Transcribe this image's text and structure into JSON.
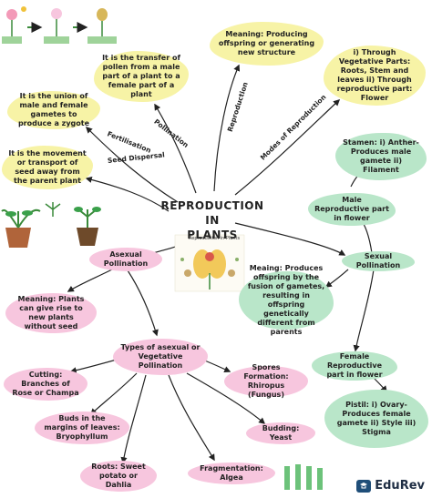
{
  "title": {
    "line1": "REPRODUCTION IN",
    "line2": "PLANTS"
  },
  "edge_labels": {
    "pollination": "Pollination",
    "reproduction": "Reproduction",
    "fertilisation": "Fertilisation",
    "modes": "Modes of Reproduction",
    "seed_dispersal": "Seed Dispersal"
  },
  "nodes": {
    "meaning_repro": "Meaning: Producing offspring or generating new structure",
    "pollination_def": "It is the transfer of pollen from a male part of a plant to a female part of a plant",
    "modes_def": "i) Through Vegetative Parts: Roots, Stem and leaves ii) Through reproductive part: Flower",
    "fertilisation_def": "It is the union of male and female gametes to produce a zygote",
    "stamen": "Stamen: i) Anther- Produces male gamete ii) Filament",
    "seed_dispersal_def": "It is the movement or transport of seed away from the parent plant",
    "male_part": "Male Reproductive part in flower",
    "asexual": "Asexual Pollination",
    "sexual": "Sexual Pollination",
    "meaning_asexual": "Meaning: Plants can give rise to new plants without seed",
    "meaning_sexual": "Meaing: Produces offspring by the fusion of gametes, resulting in offspring genetically different from parents",
    "types_asexual": "Types of asexual or Vegetative Pollination",
    "female_part": "Female Reproductive part in flower",
    "cutting": "Cutting: Branches of Rose or Champa",
    "spores": "Spores Formation: Rhiropus (Fungus)",
    "pistil": "Pistil: i) Ovary- Produces female gamete ii) Style iii) Stigma",
    "buds": "Buds in the margins of leaves: Bryophyllum",
    "budding": "Budding: Yeast",
    "roots": "Roots: Sweet potato or Dahlia",
    "fragmentation": "Fragmentation: Algea"
  },
  "image_labels": {
    "reproduction_in_plants": "Reproduction in Plants"
  },
  "logo": {
    "text": "EduRev"
  },
  "colors": {
    "yellow": "#f7f3a6",
    "green": "#b9e6c9",
    "pink": "#f7c6de",
    "edge": "#222222"
  }
}
